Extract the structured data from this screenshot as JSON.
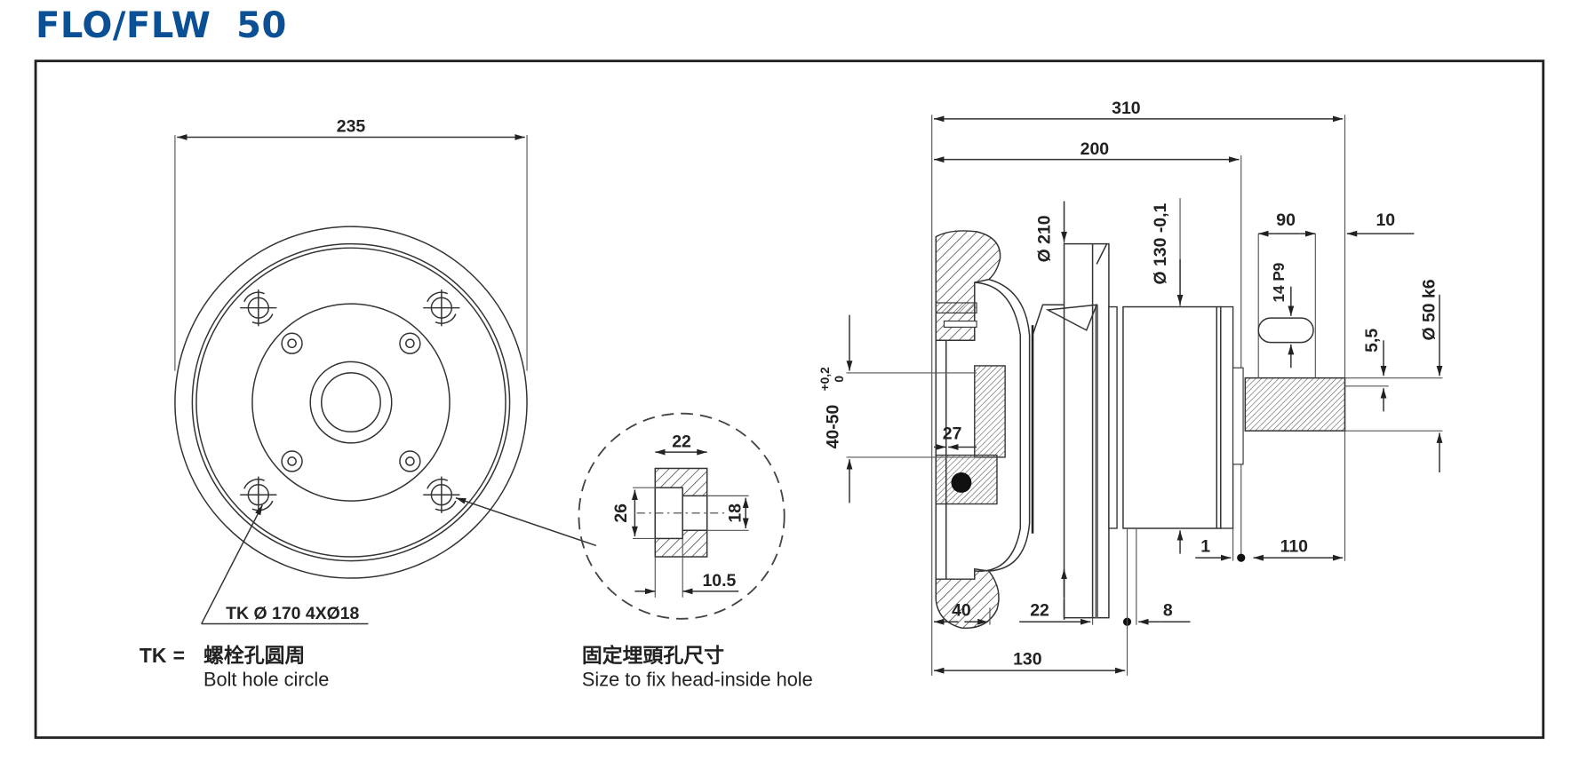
{
  "header": {
    "title": "FLO/FLW  50",
    "title_color": "#0b4f94"
  },
  "front_view": {
    "overall_width": "235",
    "bolt_callout": "TK Ø 170 4XØ18",
    "legend": {
      "abbr": "TK",
      "equals": "=",
      "chinese": "螺栓孔圆周",
      "english": "Bolt hole circle"
    }
  },
  "detail_view": {
    "width": "22",
    "outer_height": "26",
    "inner_height": "18",
    "depth": "10.5",
    "caption_chinese": "固定埋頭孔尺寸",
    "caption_english": "Size to fix head-inside hole"
  },
  "side_view": {
    "overall_length": "310",
    "body_length": "200",
    "flange_diameter": "Ø 210",
    "hub_diameter": "Ø 130 -0,1",
    "bore_range": "40-50",
    "bore_tol_upper": "+0,2",
    "bore_tol_lower": "0",
    "hub_offset": "27",
    "key_length": "90",
    "key_offset": "10",
    "keyway_width": "14 P9",
    "keyway_depth": "5,5",
    "shaft_diameter": "Ø 50 k6",
    "gap": "1",
    "shaft_length": "110",
    "flange_thickness": "40",
    "step_length": "22",
    "step_offset": "8",
    "flange_to_step": "130"
  },
  "colors": {
    "frame": "#222222",
    "lines": "#333333",
    "title": "#0b4f94"
  }
}
